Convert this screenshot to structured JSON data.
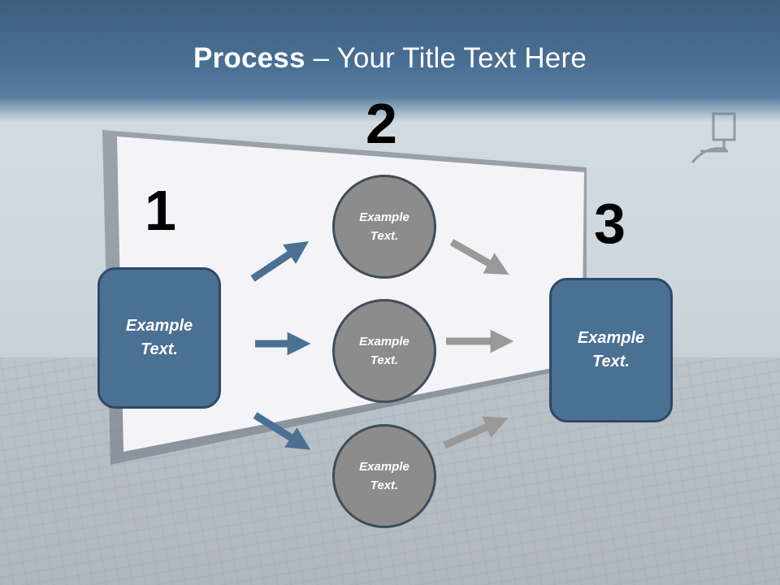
{
  "slide": {
    "title_bold": "Process",
    "title_rest": " – Your Title Text Here"
  },
  "colors": {
    "title_band": "#44698c",
    "box_fill": "#4a7093",
    "box_border": "#2d4a66",
    "circle_fill": "#8c8c8c",
    "circle_border": "#3f4d59",
    "arrow_blue": "#4a7093",
    "arrow_gray": "#999999"
  },
  "steps": [
    {
      "number": "1"
    },
    {
      "number": "2"
    },
    {
      "number": "3"
    }
  ],
  "start_box": {
    "line1": "Example",
    "line2": "Text."
  },
  "end_box": {
    "line1": "Example",
    "line2": "Text."
  },
  "circles": [
    {
      "line1": "Example",
      "line2": "Text."
    },
    {
      "line1": "Example",
      "line2": "Text."
    },
    {
      "line1": "Example",
      "line2": "Text."
    }
  ]
}
